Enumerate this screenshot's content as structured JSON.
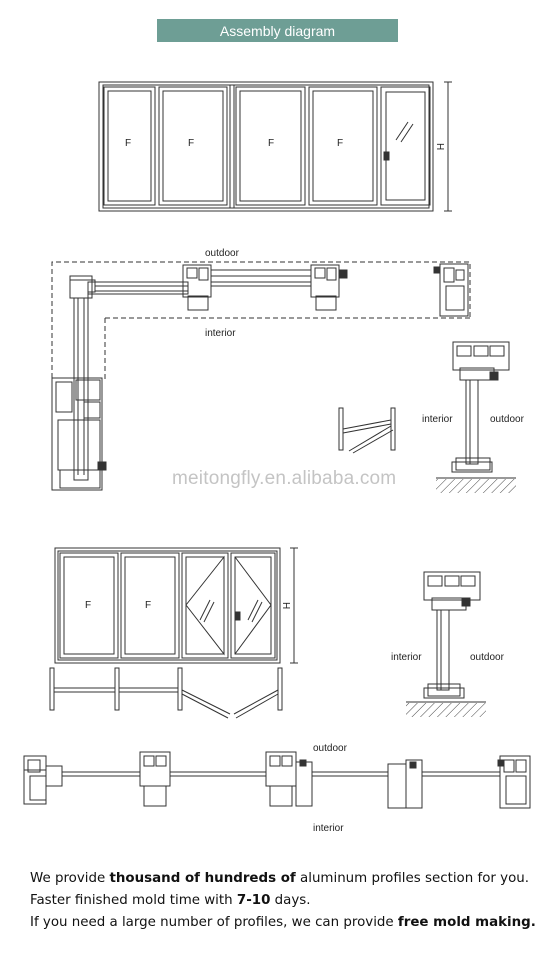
{
  "banner": {
    "title": "Assembly diagram"
  },
  "elevation_1": {
    "panels": [
      "F",
      "F",
      "F",
      "F"
    ],
    "dimension": "H"
  },
  "section_1": {
    "outdoor": "outdoor",
    "interior": "interior"
  },
  "mullion_1": {
    "interior": "interior",
    "outdoor": "outdoor"
  },
  "watermark": "meitongfly.en.alibaba.com",
  "elevation_2": {
    "panels": [
      "F",
      "F"
    ],
    "dimension": "H"
  },
  "mullion_2": {
    "interior": "interior",
    "outdoor": "outdoor"
  },
  "section_2": {
    "outdoor": "outdoor",
    "interior": "interior"
  },
  "footer": {
    "line1_a": "We provide ",
    "line1_b": "thousand of hundreds of",
    "line1_c": " aluminum profiles section for you.",
    "line2_a": "Faster finished mold time with ",
    "line2_b": "7-10",
    "line2_c": " days.",
    "line3_a": "If you need a large number of profiles, we can provide ",
    "line3_b": "free mold making."
  },
  "colors": {
    "banner": "#6e9e95",
    "line": "#333333",
    "watermark": "#c4c4c4"
  }
}
